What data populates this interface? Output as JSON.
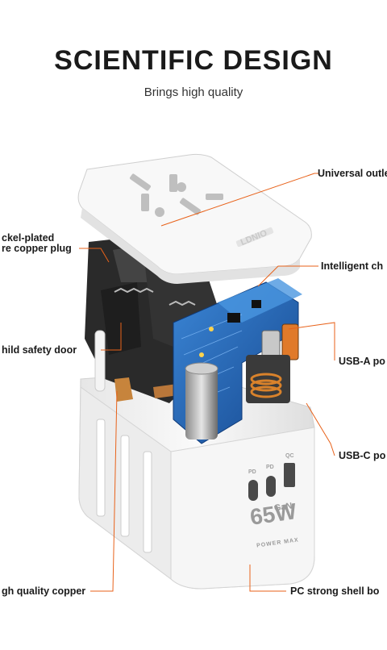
{
  "header": {
    "title": "SCIENTIFIC DESIGN",
    "subtitle": "Brings high quality"
  },
  "callouts": {
    "universal_outlet": "Universal outle",
    "nickel_plated_line1": "ckel-plated",
    "nickel_plated_line2": "re copper plug",
    "intelligent_chip": "Intelligent ch",
    "child_safety_door": "hild safety door",
    "usb_a_port": "USB-A po",
    "usb_c_port": "USB-C po",
    "high_quality_copper": "gh quality copper",
    "pc_shell": "PC strong shell bo"
  },
  "product": {
    "brand": "LDNIO",
    "wattage": "65W",
    "gan": "GaN",
    "power_tag": "POWER MAX",
    "port_labels": [
      "PD",
      "PD",
      "QC"
    ]
  },
  "colors": {
    "leader_line": "#e8621a",
    "shell": "#f2f2f2",
    "pcb": "#1e5fb0"
  }
}
